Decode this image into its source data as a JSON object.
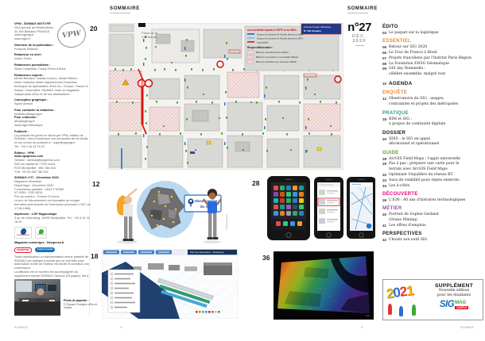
{
  "header": {
    "left": "SOMMAIRE",
    "right": "SOMMAIRE"
  },
  "footer": {
    "brand_left": "SIGMAG",
    "page_left": "4",
    "page_right": "5",
    "brand_right": "SIGMAG"
  },
  "issue": {
    "no": "n°27",
    "month": "DÉC.",
    "year": "2020"
  },
  "masthead": {
    "company": {
      "name": "VPW - SIGMAG SIGTV.FR",
      "addr1": "28 A avenue de Restinclières",
      "addr2": "34 160 Beaulieu FRANCE",
      "web1": "www.sigmag.fr",
      "web2": "www.sigtv.fr",
      "logo": "VPW"
    },
    "direction": {
      "label": "Directeur de la publication :",
      "value": "François Delansa"
    },
    "chief": {
      "label": "Rédacteur en chef :",
      "value": "Xavier Fodor"
    },
    "journalists": {
      "label": "Rédacteurs journalistes :",
      "value": "Steve Carpentier, Fanny Perrin d'Arloz"
    },
    "experts": {
      "label": "Rédacteurs experts :",
      "value": "Michel Bernard, Gaetan Lavenu, Daniel Ribeiro",
      "note": "Notre rédaction utilise régulièrement l'expertise technique de spécialistes d'Esri Inc., Europe, France et Suisse. Cependant, SIGMAG reste un magazine indépendant d'Esri et de ses distributeurs."
    },
    "design": {
      "label": "Conception graphique :",
      "value": "Sylvie Amelot"
    },
    "contact": {
      "label": "Pour contacter la rédaction :",
      "value": "redaction@sigmag.fr"
    },
    "subscribe": {
      "label": "Pour s'abonner :",
      "value": "abo@sigmag.fr",
      "value2": "www.sigtv.fr/boutique"
    },
    "advertising": {
      "label": "Publicité :",
      "text": "La publicité est gérée en direct par VPW, éditeur de SIGMAG. Merci d'adresser vos demandes de kit média et vos ordres de publicité à : regie@sigmag.fr",
      "tel": "Tél. +33 4 34 43 15 22"
    },
    "publisher": {
      "label": "Éditeur : VPW",
      "web": "www.vpwpress.com",
      "lines": [
        "Gestion : lambda@vpwpress.com",
        "SAS au capital de 7 500 euros",
        "RCS Montpellier : 852 788 316",
        "TVA : FR 00 852 788 316"
      ]
    },
    "issue_block": {
      "title": "SIGMAG n°27 - Décembre 2020",
      "lines": [
        "Magazine trimestriel",
        "Dépôt légal : Décembre 2020",
        "Commission paritaire : 0623 T 92355",
        "N° ISSN : 2267-8014",
        "Prix au numéro : France 10 euros",
        "Le prix de l'abonnement est imputable au budget formation permanente de l'entreprise (circulaire n°467 du 17.08.1989)."
      ]
    },
    "printer": {
      "label": "Imprimeur : LGP Hippocampe",
      "line": "3 av. de Gutenberg, 34090 Montpellier. Tél : +33 4 67 42 78 09",
      "logo1": "LES IMPRIMEURS",
      "logo2": "imprim'vert"
    },
    "digital": {
      "label": "Magazine numérique : Newpress.fr",
      "logo1": "newpress",
      "logo2": "nxtbook media",
      "note1": "Toute reproduction ou représentation même partielle de SIGMAG par quelque procédé que ce soit faite sans autorisation écrite de l'éditeur est illicite et constitue une contrefaçon.",
      "note2": "La diffusion de ce numéro est accompagnée du supplément annuel SIGMAG Campus (24 pages), tiré à part."
    },
    "cover": {
      "label": "Photo de jaquette :",
      "credit": "© Espace Frangins d'Ille-et-Vilaine"
    }
  },
  "map": {
    "page": "20",
    "place1": "Place de la",
    "place2": "Cathédrale",
    "box1": "Annexe Centre Historique",
    "box2": "N° 003 Chapitre",
    "legend_title": "Accessibilité façade à l'EPS et au BEA :",
    "legend1": "Distance de desserte de l'échelle aérienne au BEA",
    "legend2": "Distance de desserte de l'échelle aérienne à l'EPS",
    "legend3": "Inaccessible",
    "legend_title2": "Risque bâtimentaire :",
    "risk1": "Bâtiment vulnérable (accès difficile)",
    "risk2": "Bâtiment à évacuation et accessibilité difficiles",
    "risk3": "Bâtiment vulnérable avec évacuation difficile",
    "colors": {
      "line_bea": "#1f63c8",
      "line_eps": "#79b7e8",
      "inaccessible": "#cf1c1c",
      "route": "#dd1111"
    }
  },
  "features": {
    "obs": {
      "page": "12",
      "sign1": "Observatoire",
      "sign2": "du SIG",
      "credit": "© Bénédicte Brune"
    },
    "bim": {
      "page": "18",
      "bar_title": "Parc des Expositions - Strasbourg"
    },
    "phones": {
      "page": "28"
    },
    "lidar": {
      "page": "36",
      "watermark": "IGN"
    }
  },
  "toc": {
    "sections": [
      {
        "label": "ÉDITO",
        "color": "#141414",
        "items": [
          {
            "n": "03",
            "t": "Le paquet sur la logistique"
          }
        ]
      },
      {
        "label": "ESSENTIEL",
        "color": "#ee8a31",
        "items": [
          {
            "n": "06",
            "t": "Retour sur SIG 2020"
          },
          {
            "n": "06",
            "t": "Le Tour de France à Brest"
          },
          {
            "n": "07",
            "t": "Projets franciliens par l'Institut Paris Région"
          },
          {
            "n": "08",
            "t": "La Fondation ENSG Géomatique"
          },
          {
            "n": "09",
            "t": "GIS day Romandie :",
            "t2": "célébré ensemble, malgré tout"
          }
        ]
      },
      {
        "label": "AGENDA",
        "color": "#141414",
        "page": "10",
        "items": []
      },
      {
        "label": "ENQUÊTE",
        "color": "#ee8a31",
        "items": [
          {
            "n": "12",
            "t": "Observatoire du SIG : usages,",
            "t2": "contraintes et projets des métropoles"
          }
        ]
      },
      {
        "label": "PRATIQUE",
        "color": "#2f9c8e",
        "items": [
          {
            "n": "18",
            "t": "BIM et SIG :",
            "t2": "à propos de continuité digitale"
          }
        ]
      },
      {
        "label": "DOSSIER",
        "color": "#141414",
        "items": [
          {
            "n": "20",
            "t": "SDIS : le SIG en appui",
            "t2": "décisionnel et opérationnel"
          }
        ]
      },
      {
        "label": "GUIDE",
        "color": "#58a32d",
        "items": [
          {
            "n": "28",
            "t": "ArcGIS Field Maps : l'appli universelle"
          },
          {
            "n": "29",
            "t": "Pas à pas : préparer une carte pour le",
            "t2": "terrain avec ArcGIS Field Maps"
          },
          {
            "n": "32",
            "t": "Optimiser l'équilibre du réseau BT"
          },
          {
            "n": "33",
            "t": "Aura de visibilité pour objets enterrés"
          },
          {
            "n": "34",
            "t": "Les à-côtés"
          }
        ]
      },
      {
        "label": "DÉCOUVERTE",
        "color": "#e5007d",
        "items": [
          {
            "n": "36",
            "t": "L'IGN : 80 ans d'histoires technologiques"
          }
        ]
      },
      {
        "label": "MÉTIER",
        "color": "#a0509e",
        "items": [
          {
            "n": "40",
            "t": "Portrait de Sophie Gerland",
            "t2": "(Orano Mining)"
          },
          {
            "n": "41",
            "t": "Les offres d'emplois"
          }
        ]
      },
      {
        "label": "PERSPECTIVES",
        "color": "#141414",
        "items": [
          {
            "n": "42",
            "t": "Choisir son outil SIG"
          }
        ]
      }
    ]
  },
  "supplement": {
    "heading": "SUPPLÉMENT",
    "sub1": "Nouvelle édition",
    "sub2": "pour les étudiants",
    "year_digits": [
      "2",
      "0",
      "2",
      "1"
    ],
    "logo_sig": "SIG",
    "logo_mag": "MAG",
    "logo_campus": "CAMPUS",
    "colors": {
      "sig": "#1d71b8",
      "mag": "#3aaa35",
      "campus": "#e30613"
    }
  }
}
